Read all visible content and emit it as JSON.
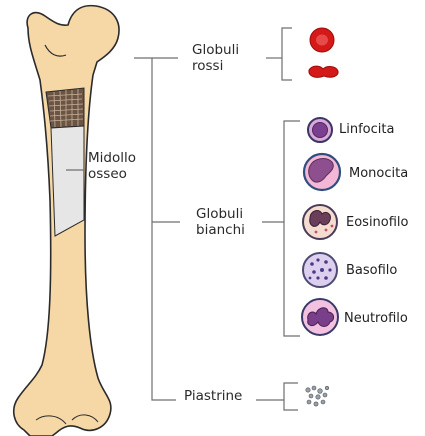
{
  "labels": {
    "marrow_line1": "Midollo",
    "marrow_line2": "osseo",
    "red_line1": "Globuli",
    "red_line2": "rossi",
    "white_line1": "Globuli",
    "white_line2": "bianchi",
    "platelets": "Piastrine"
  },
  "white_cells": [
    {
      "name": "Linfocita"
    },
    {
      "name": "Monocita"
    },
    {
      "name": "Eosinofilo"
    },
    {
      "name": "Basofilo"
    },
    {
      "name": "Neutrofilo"
    }
  ],
  "colors": {
    "bone": "#f6d7a6",
    "bone_outline": "#2b2b2b",
    "marrow_fill": "#e6e6e6",
    "spongy": "#5a4636",
    "red_cell": "#d51818",
    "lymphocyte": "#d9a9d9",
    "monocyte": "#f4b8d6",
    "eosinophil": "#f4dcd0",
    "basophil": "#ddd0ef",
    "neutrophil": "#f2c2e0",
    "line": "#6f6f6f"
  }
}
